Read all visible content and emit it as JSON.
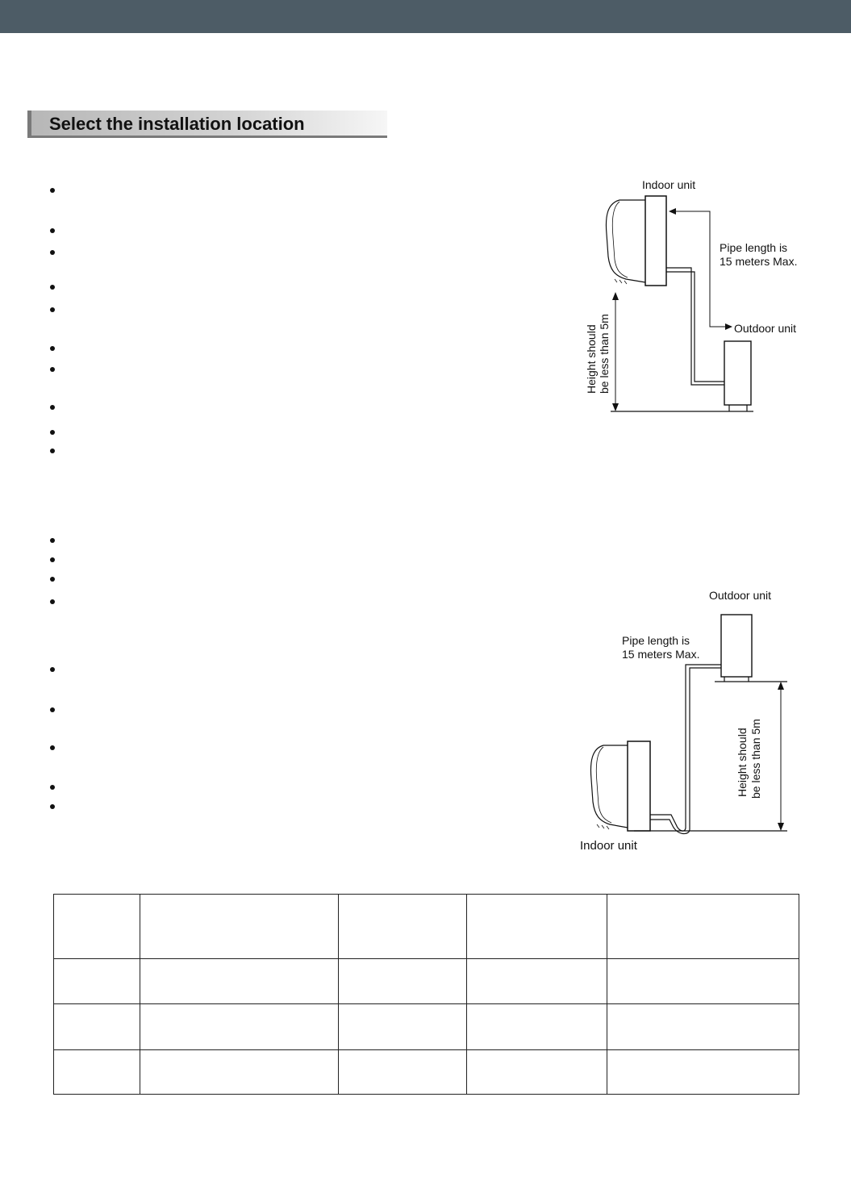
{
  "section": {
    "title": "Select the installation location"
  },
  "diagram_indoor_above": {
    "indoor_label": "Indoor unit",
    "pipe_label_line1": "Pipe length is",
    "pipe_label_line2": "15 meters Max.",
    "outdoor_label": "Outdoor unit",
    "height_label_line1": "Height  should",
    "height_label_line2": "be less than 5m"
  },
  "diagram_outdoor_above": {
    "outdoor_label": "Outdoor unit",
    "pipe_label_line1": "Pipe length is",
    "pipe_label_line2": "15 meters Max.",
    "height_label_line1": "Height  should",
    "height_label_line2": "be less than 5m",
    "indoor_label": "Indoor unit"
  }
}
